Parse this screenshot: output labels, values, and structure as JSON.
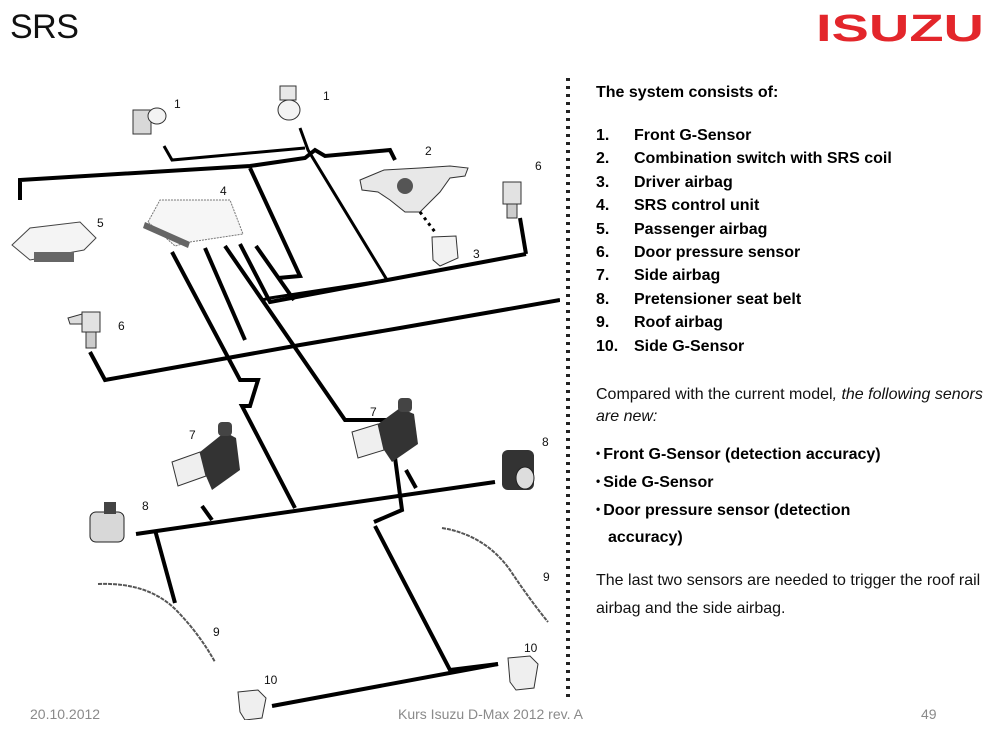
{
  "slide": {
    "title": "SRS",
    "logo_text": "ISUZU",
    "brand_color": "#e3262b"
  },
  "diagram": {
    "labels": [
      "1",
      "1",
      "2",
      "3",
      "4",
      "5",
      "6",
      "6",
      "7",
      "7",
      "8",
      "8",
      "9",
      "9",
      "10",
      "10"
    ],
    "components": [
      {
        "id": 1,
        "name": "Front G-Sensor",
        "count": 2
      },
      {
        "id": 2,
        "name": "Combination switch with SRS coil",
        "count": 1
      },
      {
        "id": 3,
        "name": "Driver airbag",
        "count": 1
      },
      {
        "id": 4,
        "name": "SRS control unit",
        "count": 1
      },
      {
        "id": 5,
        "name": "Passenger airbag",
        "count": 1
      },
      {
        "id": 6,
        "name": "Door pressure sensor",
        "count": 2
      },
      {
        "id": 7,
        "name": "Side airbag",
        "count": 2
      },
      {
        "id": 8,
        "name": "Pretensioner seat belt",
        "count": 2
      },
      {
        "id": 9,
        "name": "Roof airbag",
        "count": 2
      },
      {
        "id": 10,
        "name": "Side G-Sensor",
        "count": 2
      }
    ]
  },
  "content": {
    "intro": "The system consists of:",
    "parts": [
      {
        "num": "1.",
        "label": "Front G-Sensor"
      },
      {
        "num": "2.",
        "label": "Combination switch with SRS coil"
      },
      {
        "num": "3.",
        "label": "Driver airbag"
      },
      {
        "num": "4.",
        "label": "SRS control unit"
      },
      {
        "num": "5.",
        "label": "Passenger airbag"
      },
      {
        "num": "6.",
        "label": "Door pressure sensor"
      },
      {
        "num": "7.",
        "label": "Side airbag"
      },
      {
        "num": "8.",
        "label": "Pretensioner seat belt"
      },
      {
        "num": "9.",
        "label": "Roof airbag"
      },
      {
        "num": "10.",
        "label": "Side G-Sensor"
      }
    ],
    "compare_normal": "Compared with the current model",
    "compare_italic": ", the following senors are new:",
    "new_sensors": [
      {
        "bullet": "•",
        "text": "Front G-Sensor (detection accuracy)",
        "cont": ""
      },
      {
        "bullet": "•",
        "text": "Side G-Sensor",
        "cont": ""
      },
      {
        "bullet": "•",
        "text": "Door pressure sensor (detection",
        "cont": "accuracy)"
      }
    ],
    "note": "The last two sensors are needed to trigger the roof rail airbag and the side airbag."
  },
  "footer": {
    "date": "20.10.2012",
    "course": "Kurs Isuzu D-Max 2012 rev. A",
    "page": "49"
  }
}
